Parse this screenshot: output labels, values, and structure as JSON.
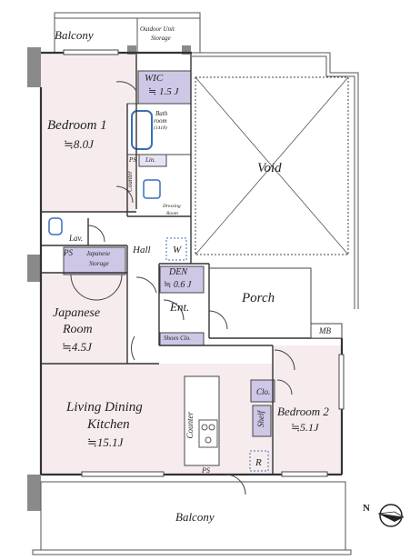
{
  "colors": {
    "room_fill": "#f6ecee",
    "storage_fill": "#cfc7e6",
    "wall": "#8a8a8a",
    "line": "#333333",
    "wet_blue": "#3a6fb5"
  },
  "rooms": {
    "bedroom1": {
      "name": "Bedroom 1",
      "area": "≒8.0",
      "unit": "J"
    },
    "wic": {
      "name": "WIC",
      "area": "≒ 1.5",
      "unit": "J"
    },
    "bathroom": {
      "name_line1": "Bath",
      "name_line2": "room",
      "size": "(1418)"
    },
    "lin": {
      "name": "Lin."
    },
    "ps1": {
      "name": "PS"
    },
    "counter1": {
      "name": "Counter"
    },
    "dressing": {
      "name_line1": "Dressing",
      "name_line2": "Room"
    },
    "lav": {
      "name": "Lav."
    },
    "ps2": {
      "name": "PS"
    },
    "japanese_storage": {
      "name_line1": "Japanese",
      "name_line2": "Storage"
    },
    "hall": {
      "name": "Hall"
    },
    "washer": {
      "name": "W"
    },
    "den": {
      "name": "DEN",
      "area": "≒ 0.6",
      "unit": "J"
    },
    "void": {
      "name": "Void"
    },
    "porch": {
      "name": "Porch"
    },
    "mb": {
      "name": "MB"
    },
    "entrance": {
      "name": "Ent."
    },
    "shoes": {
      "name": "Shoes Clo."
    },
    "japanese_room": {
      "name_line1": "Japanese",
      "name_line2": "Room",
      "area": "≒4.5",
      "unit": "J"
    },
    "ldk": {
      "name_line1": "Living Dining",
      "name_line2": "Kitchen",
      "area": "≒15.1",
      "unit": "J"
    },
    "counter2": {
      "name": "Counter"
    },
    "ps3": {
      "name": "PS"
    },
    "closet": {
      "name": "Clo."
    },
    "shelf": {
      "name": "Shelf"
    },
    "bedroom2": {
      "name": "Bedroom 2",
      "area": "≒5.1",
      "unit": "J"
    },
    "refrigerator": {
      "name": "R"
    },
    "balcony_top": {
      "name": "Balcony"
    },
    "outdoor_unit": {
      "name_line1": "Outdoor Unit",
      "name_line2": "Storage"
    },
    "balcony_bottom": {
      "name": "Balcony"
    }
  },
  "compass": {
    "label": "N",
    "icon": "north-arrow-icon"
  }
}
